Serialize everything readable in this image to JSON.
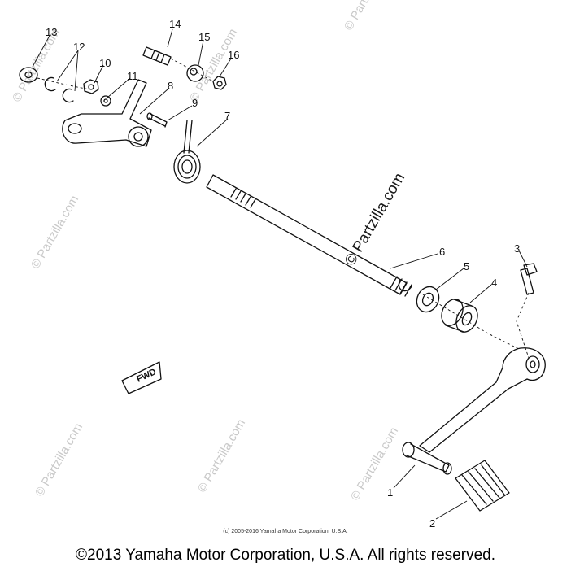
{
  "watermark": "© Partzilla.com",
  "featured_watermark": "© Partzilla.com",
  "direction_marker": "FWD",
  "parts": [
    {
      "number": "1"
    },
    {
      "number": "2"
    },
    {
      "number": "3"
    },
    {
      "number": "4"
    },
    {
      "number": "5"
    },
    {
      "number": "6"
    },
    {
      "number": "7"
    },
    {
      "number": "8"
    },
    {
      "number": "9"
    },
    {
      "number": "10"
    },
    {
      "number": "11"
    },
    {
      "number": "12"
    },
    {
      "number": "13"
    },
    {
      "number": "14"
    },
    {
      "number": "15"
    },
    {
      "number": "16"
    }
  ],
  "copyright_small": "(c) 2005-2016 Yamaha Motor Corporation, U.S.A.",
  "copyright_main": "©2013 Yamaha Motor Corporation, U.S.A. All rights reserved."
}
